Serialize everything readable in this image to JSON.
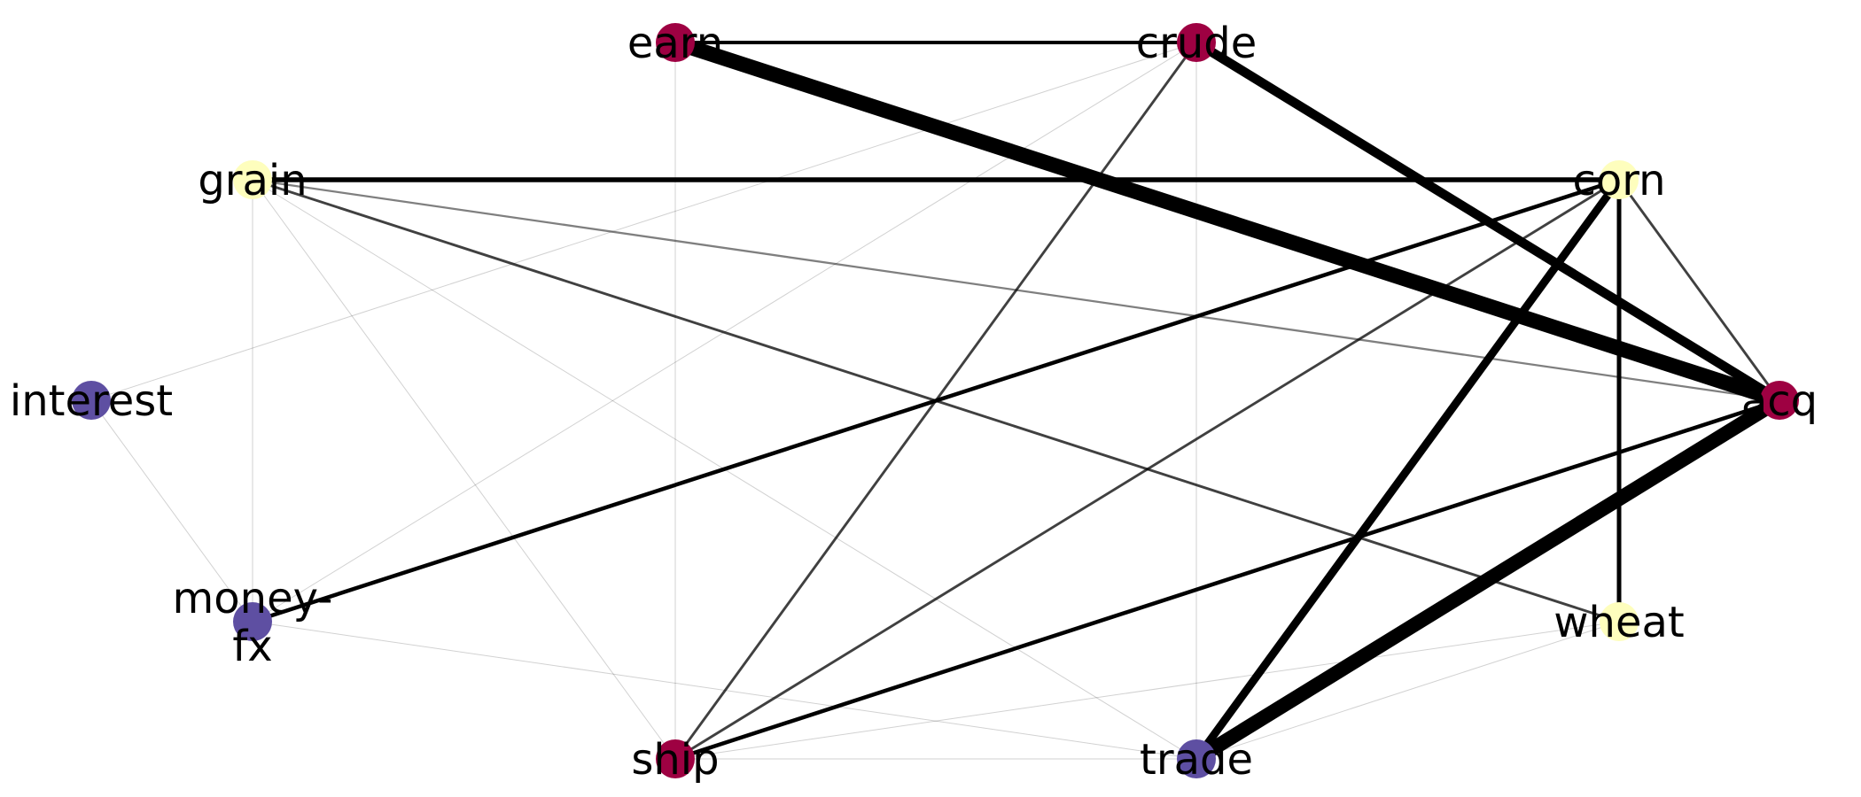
{
  "colors": {
    "background": "#ffffff",
    "edge": "#000000",
    "groups": {
      "red": "#9e0142",
      "yellow": "#fefebd",
      "purple": "#5e4fa2"
    }
  },
  "nodes": [
    {
      "id": "earn",
      "label": "earn",
      "group": "red"
    },
    {
      "id": "crude",
      "label": "crude",
      "group": "red"
    },
    {
      "id": "grain",
      "label": "grain",
      "group": "yellow"
    },
    {
      "id": "corn",
      "label": "corn",
      "group": "yellow"
    },
    {
      "id": "interest",
      "label": "interest",
      "group": "purple"
    },
    {
      "id": "acq",
      "label": "acq",
      "group": "red"
    },
    {
      "id": "money-fx",
      "label": "money-\nfx",
      "group": "purple"
    },
    {
      "id": "wheat",
      "label": "wheat",
      "group": "yellow"
    },
    {
      "id": "ship",
      "label": "ship",
      "group": "red"
    },
    {
      "id": "trade",
      "label": "trade",
      "group": "purple"
    }
  ],
  "edges": [
    {
      "source": "earn",
      "target": "acq",
      "weight": 1.0
    },
    {
      "source": "trade",
      "target": "acq",
      "weight": 0.95
    },
    {
      "source": "crude",
      "target": "acq",
      "weight": 0.6
    },
    {
      "source": "corn",
      "target": "trade",
      "weight": 0.5
    },
    {
      "source": "grain",
      "target": "corn",
      "weight": 0.28
    },
    {
      "source": "corn",
      "target": "wheat",
      "weight": 0.25
    },
    {
      "source": "money-fx",
      "target": "corn",
      "weight": 0.22
    },
    {
      "source": "ship",
      "target": "acq",
      "weight": 0.22
    },
    {
      "source": "earn",
      "target": "crude",
      "weight": 0.18
    },
    {
      "source": "crude",
      "target": "ship",
      "weight": 0.12
    },
    {
      "source": "corn",
      "target": "ship",
      "weight": 0.12
    },
    {
      "source": "grain",
      "target": "wheat",
      "weight": 0.12
    },
    {
      "source": "corn",
      "target": "acq",
      "weight": 0.12
    },
    {
      "source": "grain",
      "target": "acq",
      "weight": 0.08
    },
    {
      "source": "grain",
      "target": "trade",
      "weight": 0.05
    },
    {
      "source": "grain",
      "target": "ship",
      "weight": 0.05
    },
    {
      "source": "grain",
      "target": "money-fx",
      "weight": 0.05
    },
    {
      "source": "earn",
      "target": "ship",
      "weight": 0.05
    },
    {
      "source": "crude",
      "target": "trade",
      "weight": 0.05
    },
    {
      "source": "crude",
      "target": "interest",
      "weight": 0.05
    },
    {
      "source": "crude",
      "target": "money-fx",
      "weight": 0.05
    },
    {
      "source": "interest",
      "target": "money-fx",
      "weight": 0.05
    },
    {
      "source": "money-fx",
      "target": "trade",
      "weight": 0.05
    },
    {
      "source": "ship",
      "target": "trade",
      "weight": 0.05
    },
    {
      "source": "ship",
      "target": "wheat",
      "weight": 0.05
    },
    {
      "source": "trade",
      "target": "wheat",
      "weight": 0.05
    }
  ]
}
